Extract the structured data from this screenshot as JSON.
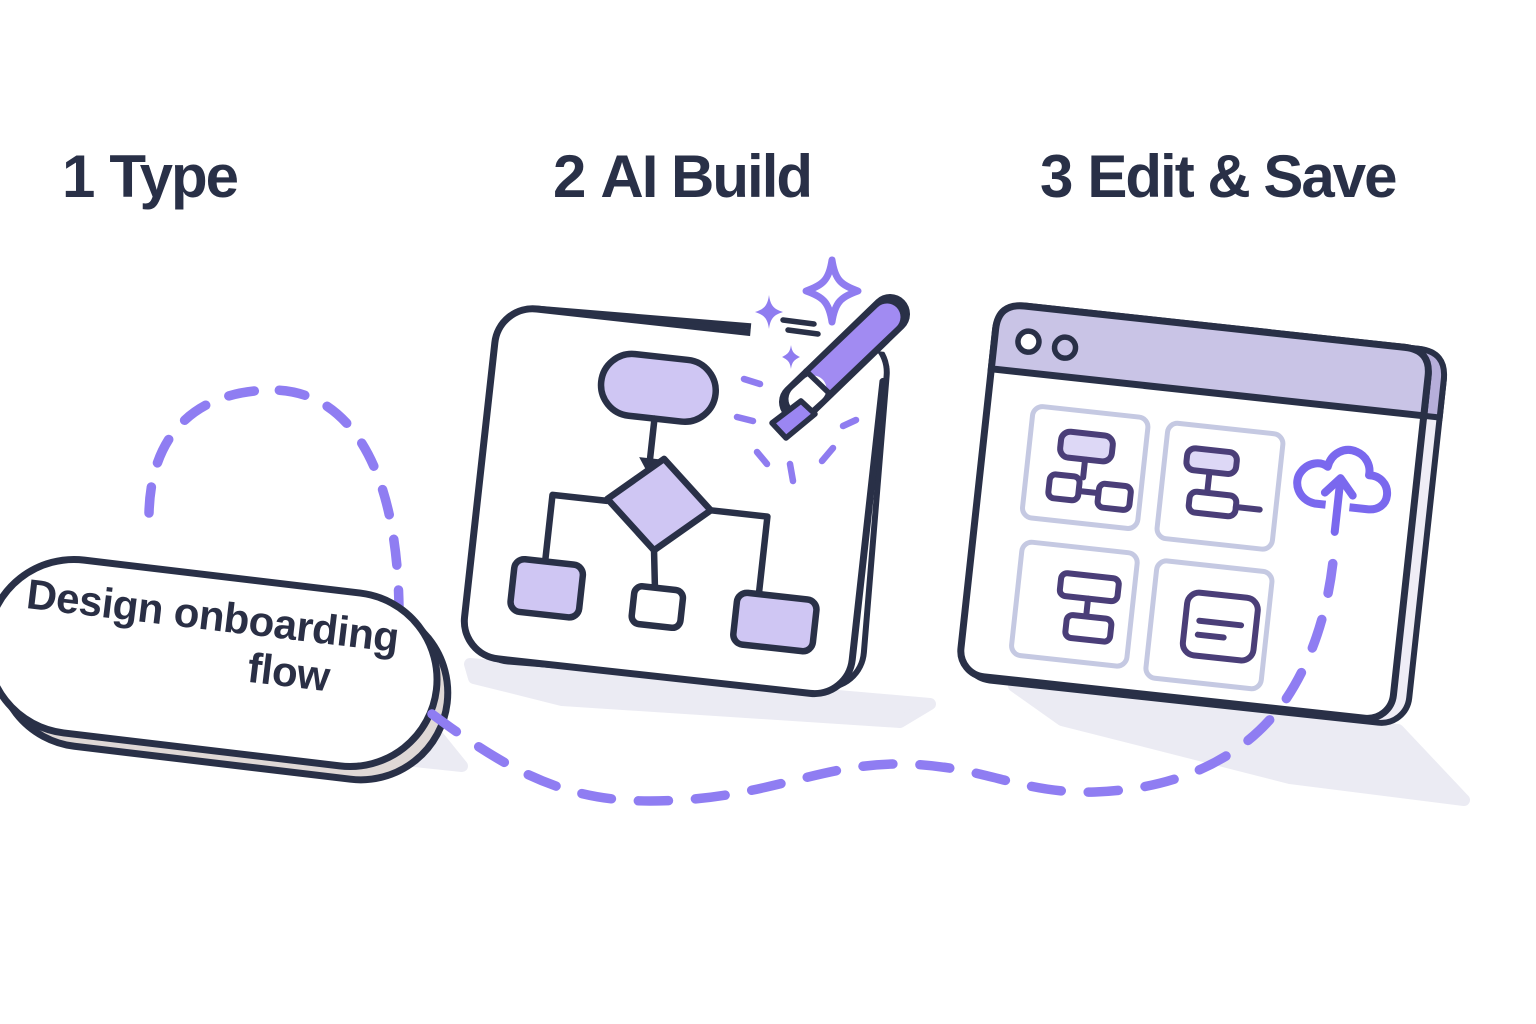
{
  "steps": [
    {
      "number": "1",
      "label": "Type"
    },
    {
      "number": "2",
      "label": "AI Build"
    },
    {
      "number": "3",
      "label": "Edit & Save"
    }
  ],
  "prompt_pill": {
    "line1": "Design onboarding",
    "line2": "flow"
  },
  "icons": [
    "magic-pen-icon",
    "sparkle-icon",
    "cloud-upload-icon",
    "window-dot-icon",
    "flowchart-thumbnail-icon",
    "document-thumbnail-icon",
    "dashed-connector-path"
  ],
  "colors": {
    "outline_navy": "#293047",
    "lavender_shape_fill": "#CFC6F3",
    "thumbnail_top_fill": "#DDD8F6",
    "titlebar_lavender": "#C9C4E6",
    "window_side_lavender": "#B6AEDA",
    "window_back_body": "#EFEDF6",
    "thumbnail_border": "#C5C9E2",
    "thumbnail_icon_stroke": "#4A3E78",
    "accent_purple_dash": "#8F7DF2",
    "cloud_purple": "#7A68EE",
    "pen_purple": "#A18BF2",
    "sparkle_purple": "#8F7CF0",
    "shadow_grey": "#EBEBF3",
    "pill_side_beige": "#DFD8D6",
    "heading_text": "#293047"
  }
}
